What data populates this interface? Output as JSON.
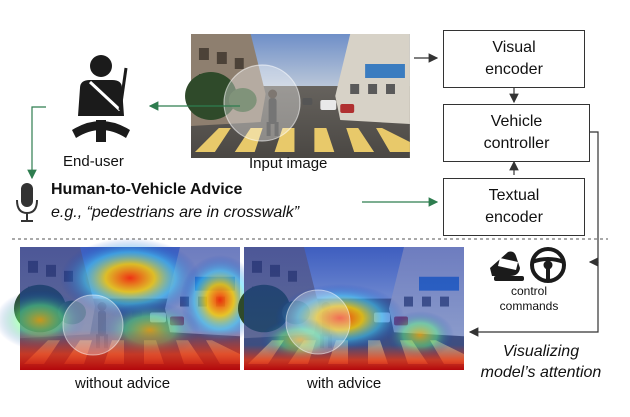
{
  "labels": {
    "end_user": "End-user",
    "input_image": "Input image",
    "advice_title": "Human-to-Vehicle Advice",
    "advice_example": "e.g., “pedestrians are in crosswalk”",
    "without_advice": "without advice",
    "with_advice": "with advice",
    "control_line1": "control",
    "control_line2": "commands",
    "viz_line1": "Visualizing",
    "viz_line2": "model’s attention"
  },
  "boxes": {
    "visual_line1": "Visual",
    "visual_line2": "encoder",
    "controller_line1": "Vehicle",
    "controller_line2": "controller",
    "textual_line1": "Textual",
    "textual_line2": "encoder"
  },
  "colors": {
    "arrow_green": "#2e7d4f",
    "box_border": "#333333",
    "text": "#111111"
  },
  "icons": [
    "driver-seatbelt-icon",
    "microphone-icon",
    "pedal-icon",
    "steering-wheel-icon"
  ]
}
